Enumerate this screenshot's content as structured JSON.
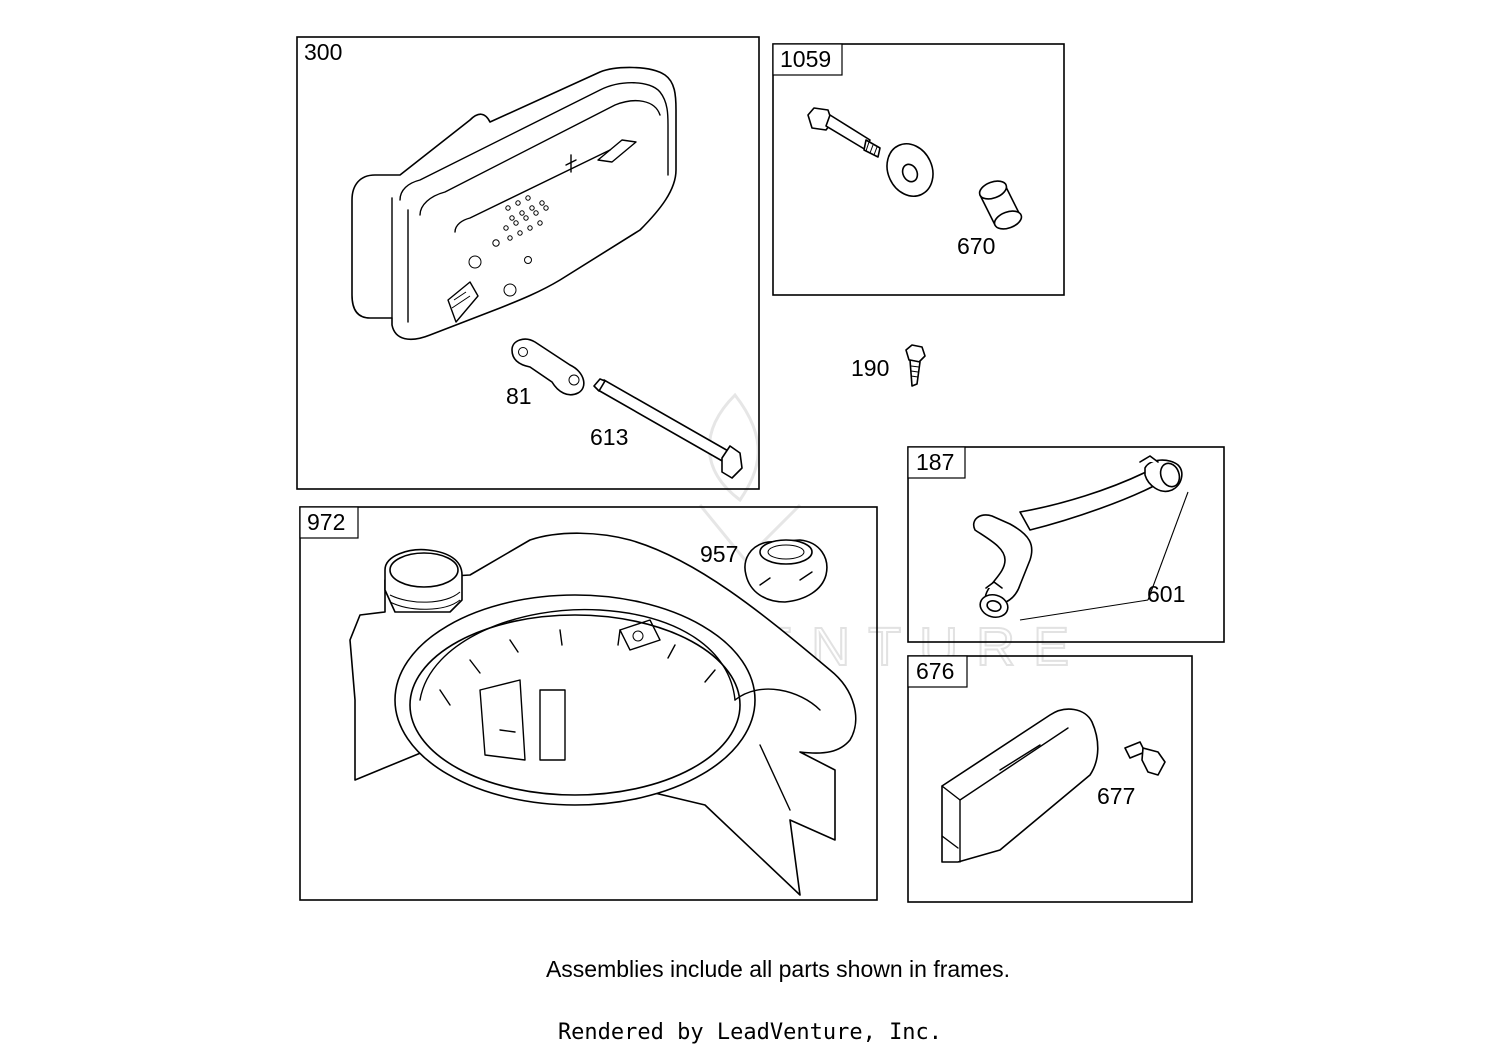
{
  "frames": [
    {
      "id": "300",
      "label": "300"
    },
    {
      "id": "1059",
      "label": "1059"
    },
    {
      "id": "972",
      "label": "972"
    },
    {
      "id": "187",
      "label": "187"
    },
    {
      "id": "676",
      "label": "676"
    }
  ],
  "callouts": {
    "p81": "81",
    "p613": "613",
    "p670": "670",
    "p190": "190",
    "p957": "957",
    "p601": "601",
    "p677": "677"
  },
  "watermark": "LEADVENTURE",
  "footnote": "Assemblies include all parts shown in frames.",
  "credit": "Rendered by LeadVenture, Inc."
}
